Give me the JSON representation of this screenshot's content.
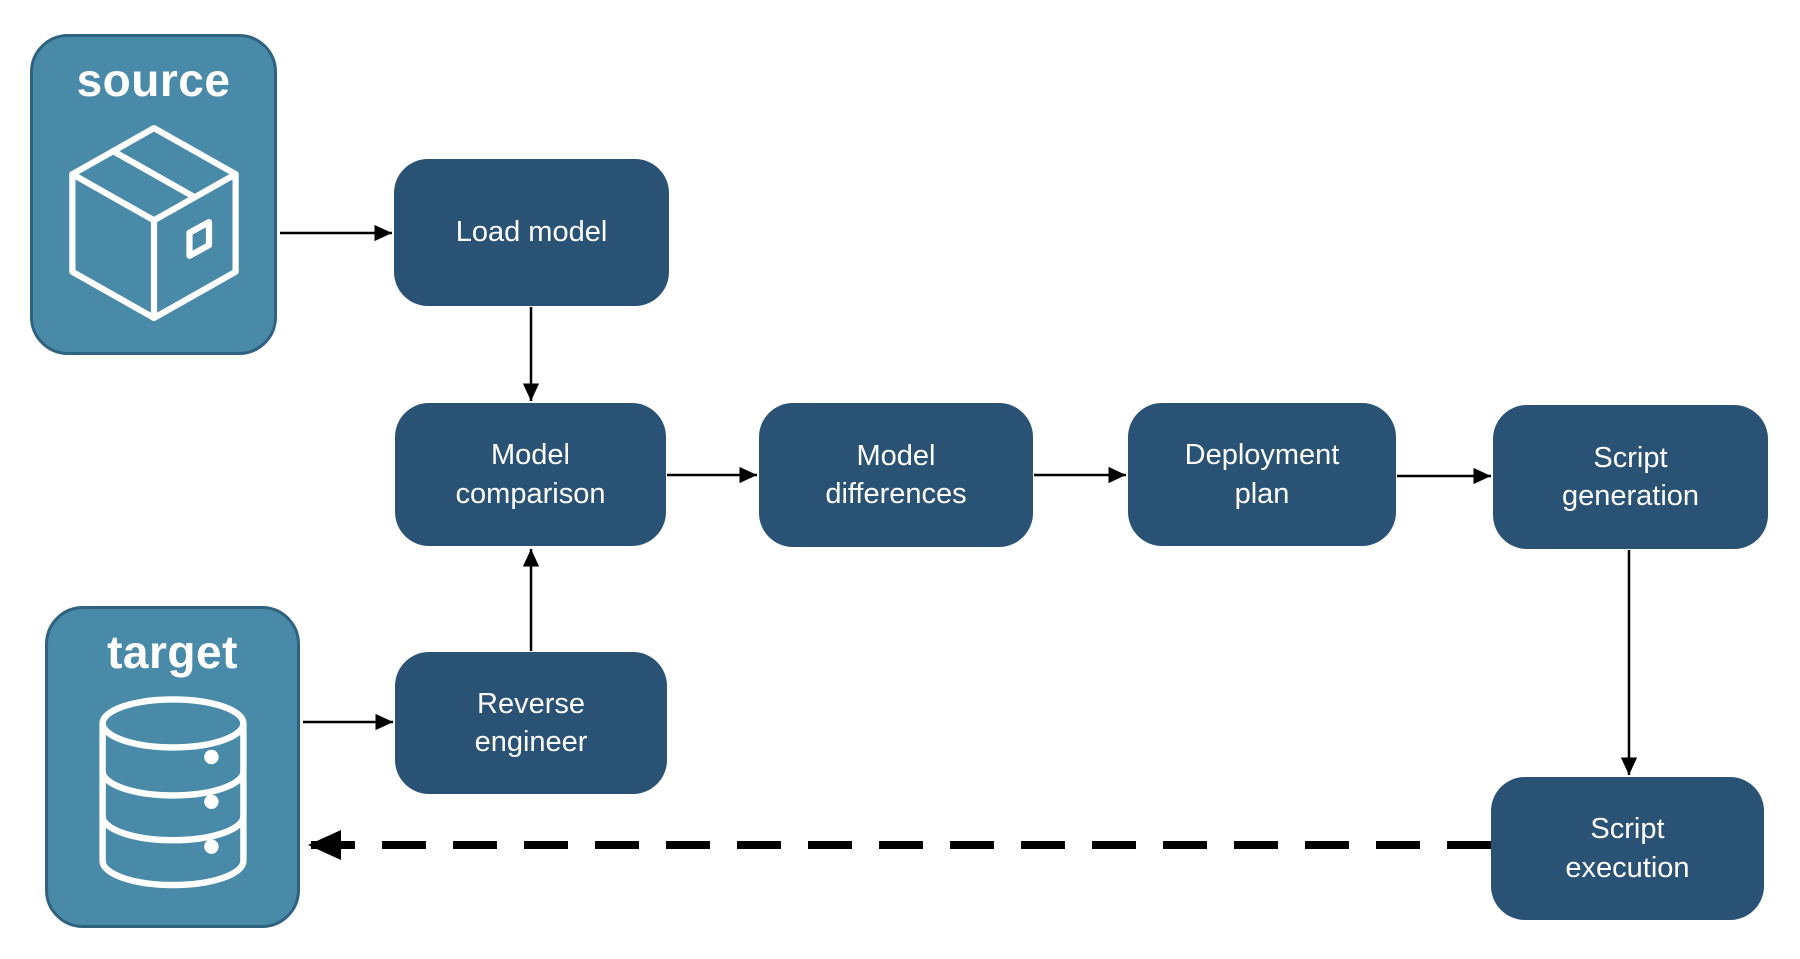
{
  "colors": {
    "node_fill": "#2a5274",
    "entity_fill": "#4a8aa9",
    "entity_border": "#2e627f",
    "arrow": "#000000",
    "node_text": "#ffffff",
    "background": "#ffffff"
  },
  "entities": {
    "source": {
      "label": "source",
      "icon": "package-box-icon"
    },
    "target": {
      "label": "target",
      "icon": "database-icon"
    }
  },
  "nodes": {
    "load_model": {
      "label": "Load model"
    },
    "model_comparison": {
      "label": "Model\ncomparison"
    },
    "model_differences": {
      "label": "Model\ndifferences"
    },
    "deployment_plan": {
      "label": "Deployment\nplan"
    },
    "script_generation": {
      "label": "Script\ngeneration"
    },
    "reverse_engineer": {
      "label": "Reverse\nengineer"
    },
    "script_execution": {
      "label": "Script\nexecution"
    }
  },
  "edges": [
    {
      "from": "source",
      "to": "load_model",
      "style": "solid"
    },
    {
      "from": "load_model",
      "to": "model_comparison",
      "style": "solid"
    },
    {
      "from": "model_comparison",
      "to": "model_differences",
      "style": "solid"
    },
    {
      "from": "model_differences",
      "to": "deployment_plan",
      "style": "solid"
    },
    {
      "from": "deployment_plan",
      "to": "script_generation",
      "style": "solid"
    },
    {
      "from": "script_generation",
      "to": "script_execution",
      "style": "solid"
    },
    {
      "from": "target",
      "to": "reverse_engineer",
      "style": "solid"
    },
    {
      "from": "reverse_engineer",
      "to": "model_comparison",
      "style": "solid"
    },
    {
      "from": "script_execution",
      "to": "target",
      "style": "dashed"
    }
  ]
}
